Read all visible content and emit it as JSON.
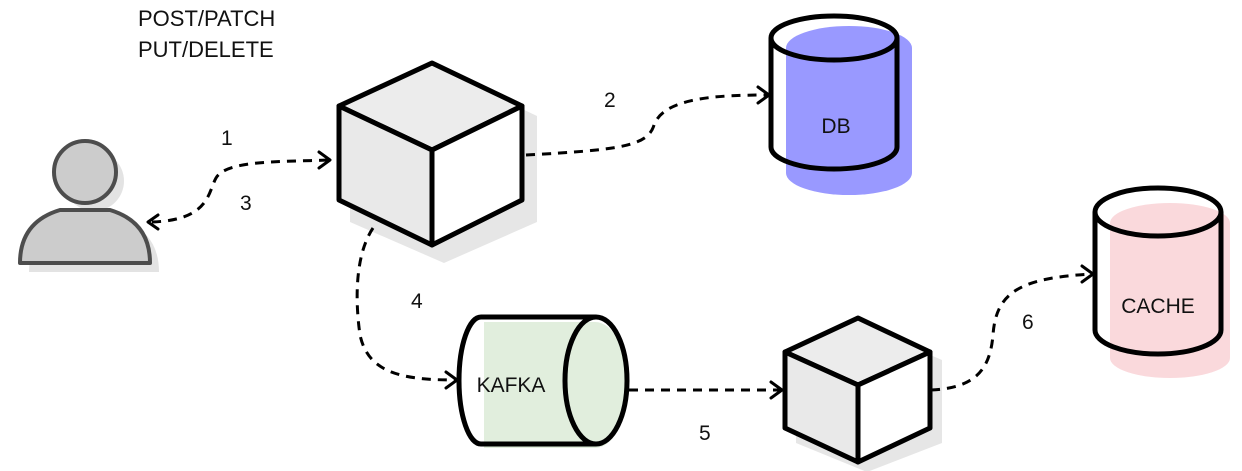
{
  "request_methods": {
    "line1": "POST/PATCH",
    "line2": "PUT/DELETE"
  },
  "nodes": {
    "user": {
      "icon": "user-icon"
    },
    "api_service": {
      "icon": "cube-icon"
    },
    "db": {
      "label": "DB",
      "color": "#9999ff"
    },
    "kafka": {
      "label": "KAFKA",
      "color": "#e1eedd"
    },
    "consumer_service": {
      "icon": "cube-icon"
    },
    "cache": {
      "label": "CACHE",
      "color": "#fad9dc"
    }
  },
  "edges": [
    {
      "label": "1",
      "from": "user",
      "to": "api_service"
    },
    {
      "label": "2",
      "from": "api_service",
      "to": "db"
    },
    {
      "label": "3",
      "from": "api_service",
      "to": "user"
    },
    {
      "label": "4",
      "from": "api_service",
      "to": "kafka"
    },
    {
      "label": "5",
      "from": "kafka",
      "to": "consumer_service"
    },
    {
      "label": "6",
      "from": "consumer_service",
      "to": "cache"
    }
  ],
  "colors": {
    "shadow": "#e6e6e6",
    "cube_face": "#e8e8e8",
    "outline": "#000000"
  }
}
